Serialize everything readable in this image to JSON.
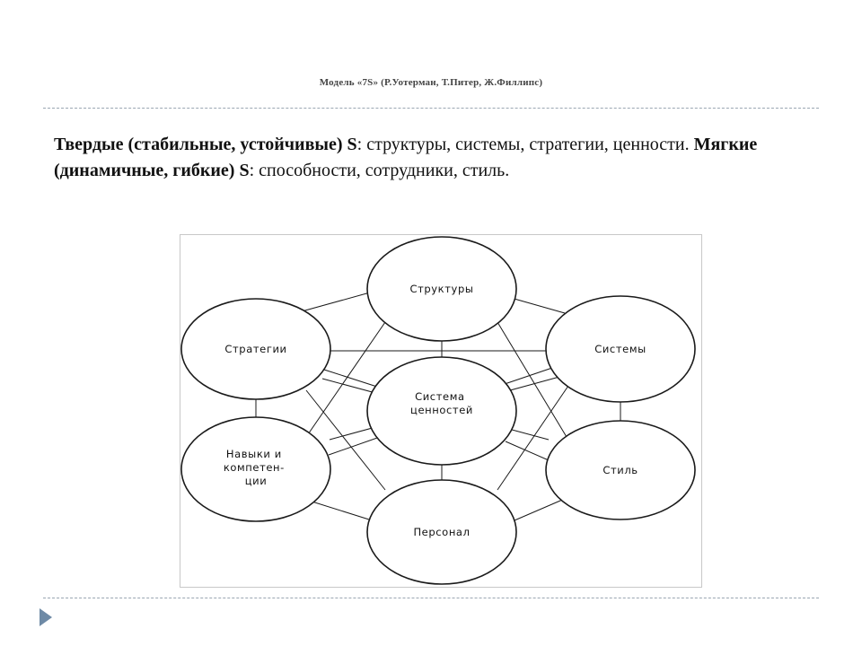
{
  "slide": {
    "title": "Модель «7S» (Р.Уотерман, Т.Питер, Ж.Филлипс)",
    "text": {
      "hard_label": "Твердые (стабильные, устойчивые) S",
      "hard_list": ": структуры, системы, стратегии, ценности. ",
      "soft_label": "Мягкие (динамичные, гибкие) S",
      "soft_list": ": способности, сотрудники, стиль."
    }
  },
  "diagram": {
    "nodes": {
      "structures": {
        "lines": [
          "Структуры"
        ]
      },
      "strategies": {
        "lines": [
          "Стратегии"
        ]
      },
      "systems": {
        "lines": [
          "Системы"
        ]
      },
      "values": {
        "lines": [
          "Система",
          "ценностей"
        ]
      },
      "skills": {
        "lines": [
          "Навыки и",
          "компетен-",
          "ции"
        ]
      },
      "style": {
        "lines": [
          "Стиль"
        ]
      },
      "staff": {
        "lines": [
          "Персонал"
        ]
      }
    }
  },
  "colors": {
    "separator": "#9aa6b2",
    "bullet": "#6e8aa6",
    "stroke": "#1a1a1a"
  },
  "icons": {
    "footer_bullet": "triangle-right-icon"
  }
}
